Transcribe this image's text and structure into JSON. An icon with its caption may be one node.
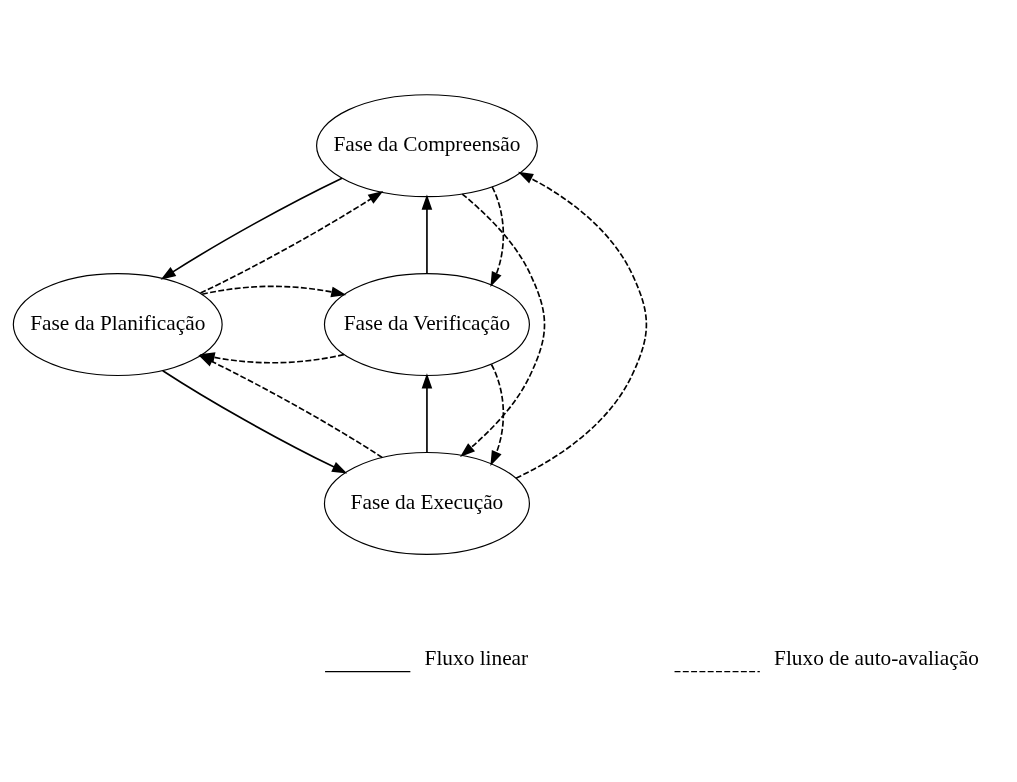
{
  "diagram": {
    "nodes": [
      {
        "text": [
          "Fase da Compreensão"
        ]
      },
      {
        "text": [
          "Fase da Planificação"
        ]
      },
      {
        "text": [
          "Fase da Execução"
        ]
      },
      {
        "text": [
          "Fase da Verificação"
        ]
      }
    ],
    "edges": [
      {
        "from": 0,
        "to": 1,
        "arrow": "to"
      },
      {
        "from": 1,
        "to": 2,
        "arrow": "to"
      },
      {
        "from": 2,
        "to": 3,
        "arrow": "to"
      },
      {
        "from": 3,
        "to": 0,
        "arrow": "to"
      },
      {
        "from": 1,
        "to": 0,
        "arrow": "to",
        "style": "dashed"
      },
      {
        "from": 2,
        "to": 1,
        "arrow": "to",
        "style": "dashed"
      },
      {
        "from": 3,
        "to": 2,
        "arrow": "to",
        "style": "dashed"
      },
      {
        "from": 0,
        "to": 3,
        "arrow": "to",
        "style": "dashed"
      },
      {
        "from": 0,
        "to": 2,
        "arrow": "to",
        "style": "dashed"
      },
      {
        "from": 2,
        "to": 0,
        "arrow": "to",
        "style": "dashed"
      },
      {
        "from": 3,
        "to": 1,
        "arrow": "to",
        "style": "dashed"
      },
      {
        "from": 1,
        "to": 3,
        "arrow": "to",
        "style": "dashed"
      }
    ],
    "legend": [
      {
        "text": "Fluxo linear"
      },
      {
        "text": "Fluxo de auto-avaliação"
      }
    ]
  }
}
